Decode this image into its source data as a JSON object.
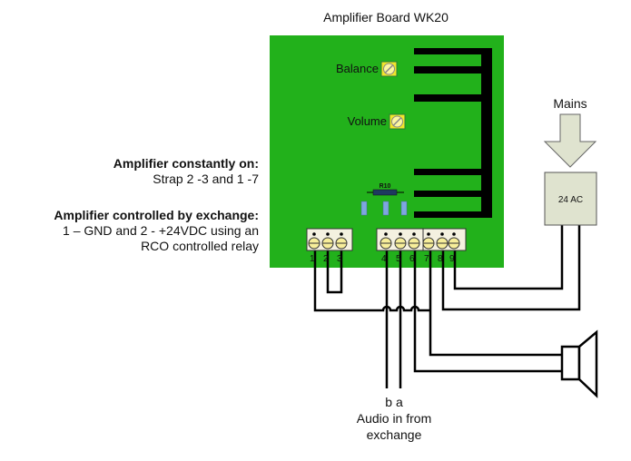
{
  "title": "Amplifier Board WK20",
  "board": {
    "color": "#22b11b",
    "balance_label": "Balance",
    "volume_label": "Volume",
    "resistor_label": "R10",
    "terminals": [
      "1",
      "2",
      "3",
      "4",
      "5",
      "6",
      "7",
      "8",
      "9"
    ]
  },
  "notes": {
    "constant_heading": "Amplifier constantly on:",
    "constant_text": "Strap 2 -3 and 1 -7",
    "exchange_heading": "Amplifier controlled by exchange:",
    "exchange_line1": "1 – GND and 2 - +24VDC using an",
    "exchange_line2": "RCO controlled relay"
  },
  "power": {
    "mains_label": "Mains",
    "supply_label": "24 AC"
  },
  "audio": {
    "wire_labels": "b a",
    "line1": "Audio in from",
    "line2": "exchange"
  }
}
